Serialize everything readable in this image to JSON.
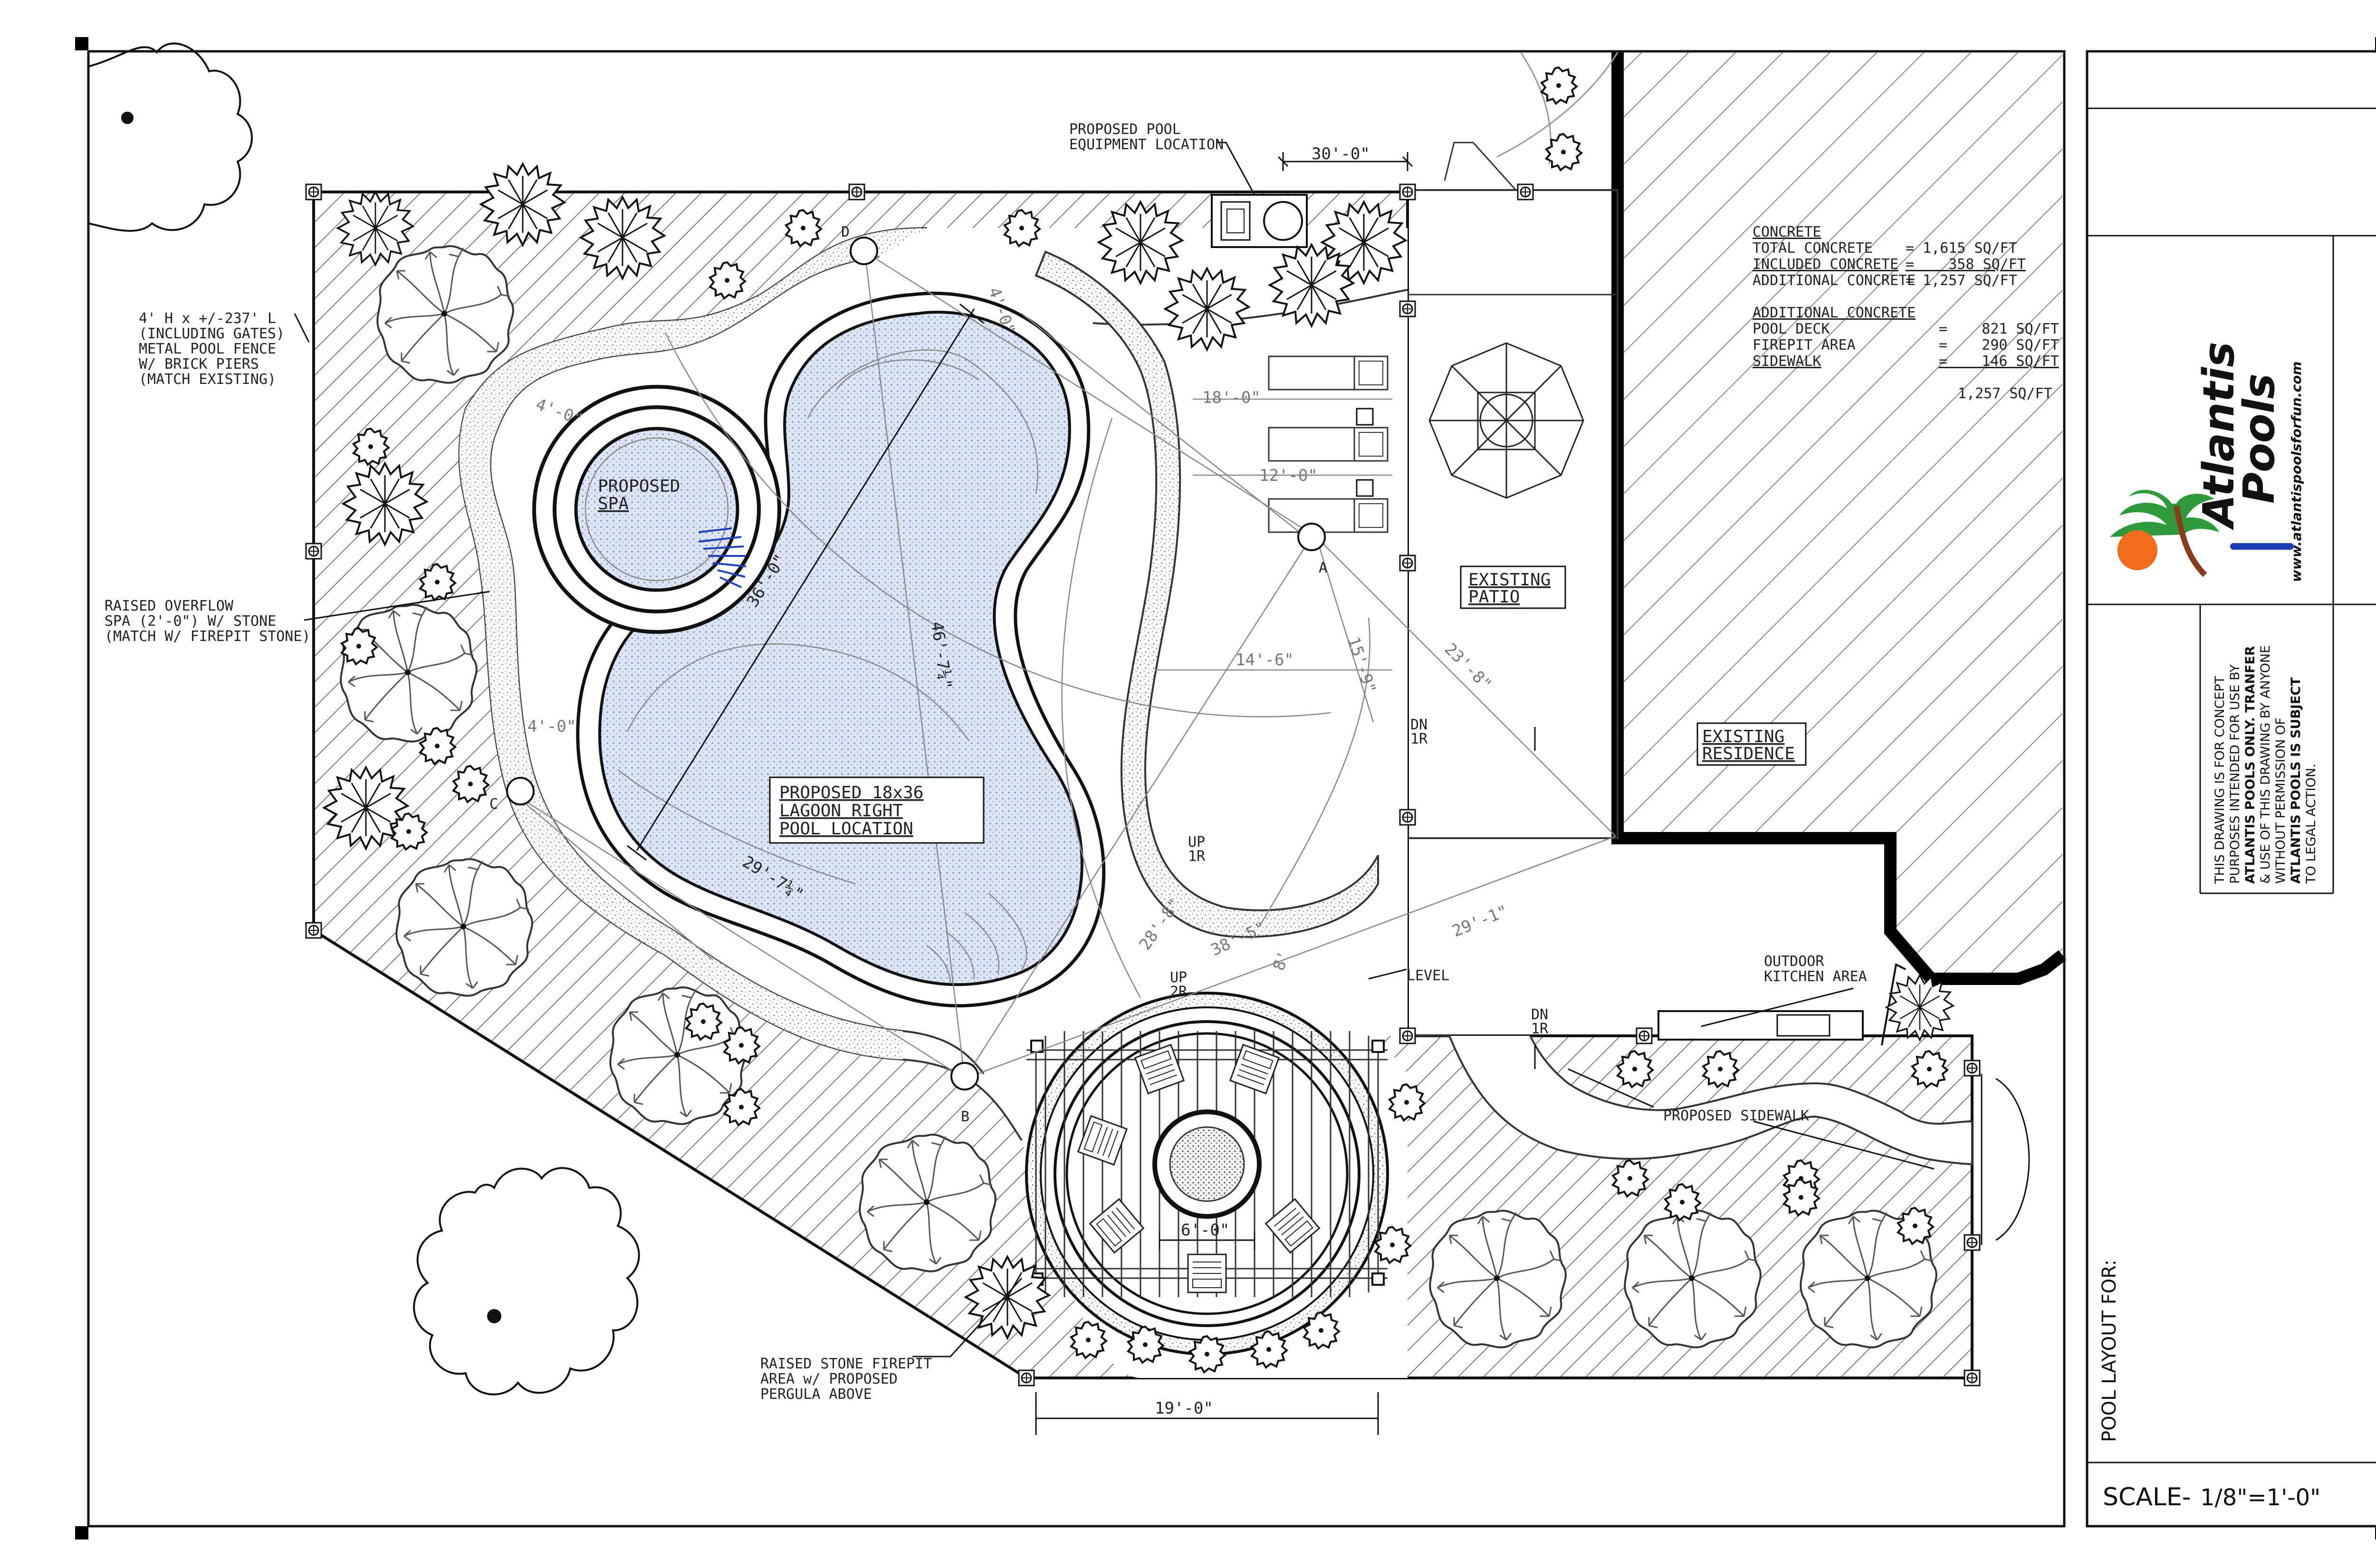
{
  "labels": {
    "equipment": [
      "PROPOSED POOL",
      "EQUIPMENT LOCATION"
    ],
    "fence": [
      "4' H x +/-237' L",
      "(INCLUDING GATES)",
      "METAL POOL FENCE",
      "W/ BRICK PIERS",
      "(MATCH EXISTING)"
    ],
    "spa_raised": [
      "RAISED OVERFLOW",
      "SPA (2'-0\") W/ STONE",
      "(MATCH W/ FIREPIT STONE)"
    ],
    "spa": [
      "PROPOSED",
      "SPA"
    ],
    "pool": [
      "PROPOSED 18x36",
      "LAGOON RIGHT",
      "POOL LOCATION"
    ],
    "patio": [
      "EXISTING",
      "PATIO"
    ],
    "residence": [
      "EXISTING",
      "RESIDENCE"
    ],
    "firepit": [
      "RAISED STONE FIREPIT",
      "AREA w/ PROPOSED",
      "PERGULA ABOVE"
    ],
    "kitchen": [
      "OUTDOOR",
      "KITCHEN AREA"
    ],
    "sidewalk": "PROPOSED SIDEWALK",
    "level": "LEVEL",
    "dn_1r_a": [
      "DN",
      "1R"
    ],
    "dn_1r_b": [
      "DN",
      "1R"
    ],
    "up_1r": [
      "UP",
      "1R"
    ],
    "up_2r": [
      "UP",
      "2R"
    ],
    "points": [
      "A",
      "B",
      "C",
      "D"
    ]
  },
  "dimensions": {
    "top": "30'-0\"",
    "d18": "18'-0\"",
    "d12": "12'-0\"",
    "d36": "36'-0\"",
    "d46": "46'-7¼\"",
    "d29": "29'-7¼\"",
    "d14": "14'-6\"",
    "d15": "15'-9\"",
    "d23": "23'-8\"",
    "d28": "28'-8\"",
    "d38": "38'-5\"",
    "d29b": "29'-1\"",
    "d6": "6'-0\"",
    "d19": "19'-0\"",
    "d4a": "4'-0\"",
    "d4b": "4'-0\"",
    "d4c": "4'-0\"",
    "d8": "8'"
  },
  "concrete": {
    "heading": "CONCRETE",
    "rows": [
      {
        "label": "TOTAL CONCRETE",
        "value": "= 1,615 SQ/FT"
      },
      {
        "label": "INCLUDED CONCRETE",
        "value": "=    358 SQ/FT"
      },
      {
        "label": "ADDITIONAL CONCRETE",
        "value": "= 1,257 SQ/FT"
      }
    ],
    "additional_heading": "ADDITIONAL CONCRETE",
    "additional_rows": [
      {
        "label": "POOL DECK",
        "value": "=    821 SQ/FT"
      },
      {
        "label": "FIREPIT AREA",
        "value": "=    290 SQ/FT"
      },
      {
        "label": "SIDEWALK",
        "value": "=    146 SQ/FT"
      }
    ],
    "total": "1,257 SQ/FT"
  },
  "title_block": {
    "brand_line1": "Atlantis",
    "brand_line2": "Pools",
    "website": "www.atlantispoolsforfun.com",
    "disclaimer": [
      "THIS DRAWING IS FOR CONCEPT",
      "PURPOSES INTENDED FOR USE BY",
      "ATLANTIS POOLS ONLY. TRANFER",
      "& USE OF THIS DRAWING BY ANYONE",
      "WITHOUT PERMISSION OF",
      "ATLANTIS POOLS IS SUBJECT",
      "TO LEGAL ACTION."
    ],
    "layout_for": "POOL LAYOUT FOR:",
    "scale_label": "SCALE-",
    "scale_value": "1/8\"=1'-0\""
  },
  "colors": {
    "water": "#dde4f4",
    "water_dots": "#7f94c6",
    "hatch": "#555555",
    "brand_blue": "#1d3fb8",
    "palm_green": "#2f9a3a",
    "sun_orange": "#f26a1b",
    "trunk": "#8a3b1c"
  }
}
